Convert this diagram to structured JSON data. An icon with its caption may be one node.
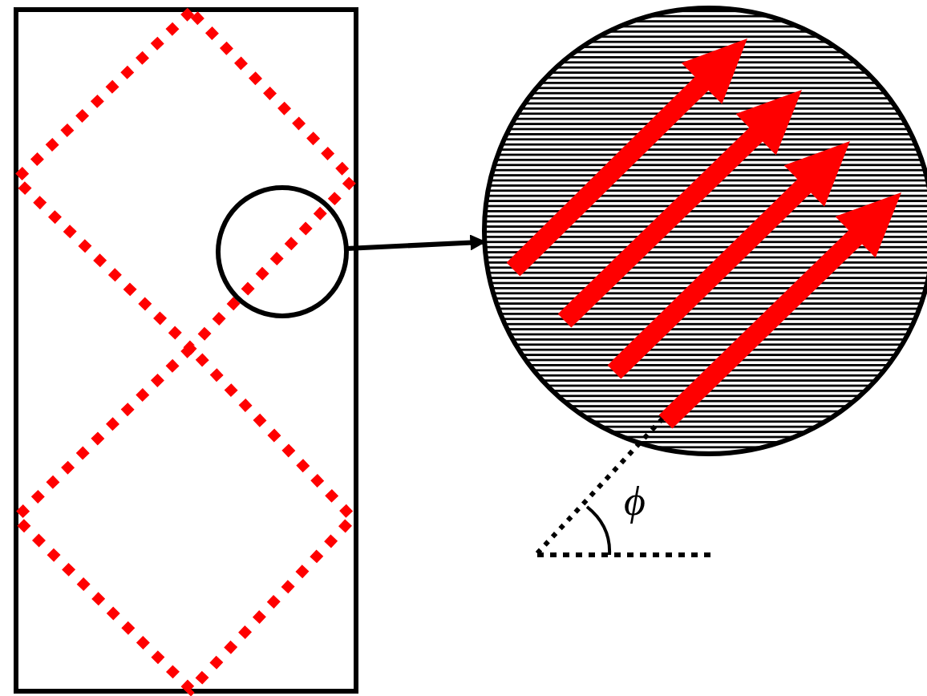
{
  "diagram": {
    "nodes": [
      {
        "text": [],
        "shape": "circle"
      },
      {
        "text": [],
        "shape": "circle"
      }
    ],
    "edges": [
      {
        "from": 0,
        "to": 1,
        "arrow": "to"
      }
    ],
    "labels": [
      "ϕ"
    ]
  }
}
